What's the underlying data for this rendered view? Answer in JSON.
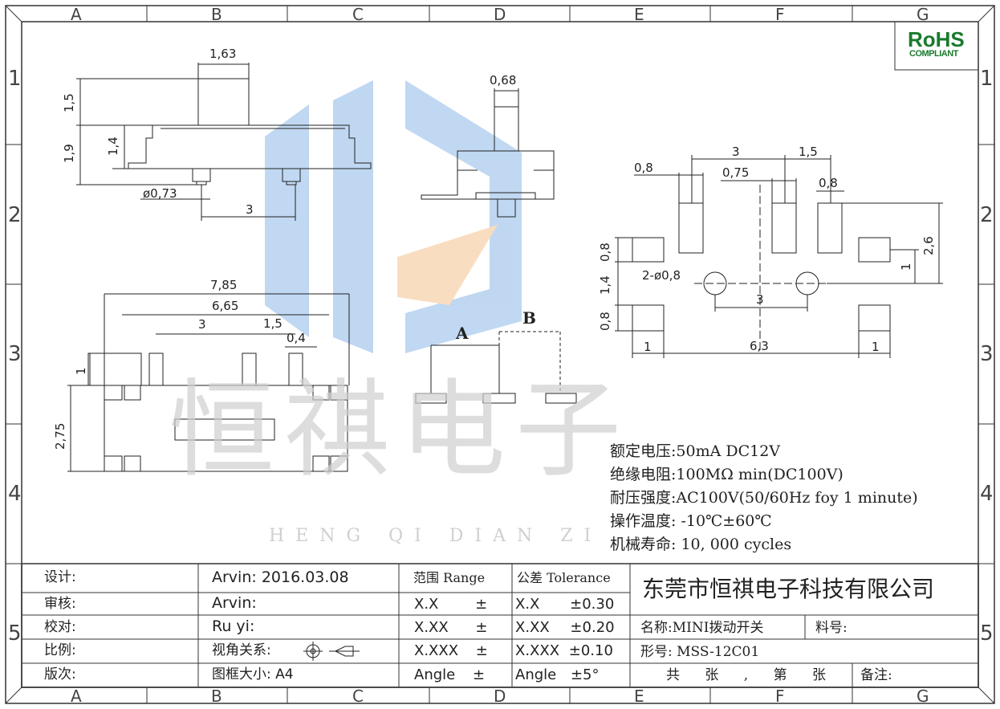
{
  "grid": {
    "columns": [
      "A",
      "B",
      "C",
      "D",
      "E",
      "F",
      "G"
    ],
    "rows": [
      "1",
      "2",
      "3",
      "4",
      "5"
    ]
  },
  "rohs": {
    "title": "RoHS",
    "subtitle": "COMPLIANT",
    "color": "#1a7a2e"
  },
  "watermark": {
    "chinese": "恒祺电子",
    "pinyin": "HENG QI DIAN ZI"
  },
  "dims": {
    "top_w": "1,63",
    "top_h1": "1,5",
    "top_h2": "1,9",
    "top_h3": "1,4",
    "pin_dia": "ø0,73",
    "pin_pitch": "3",
    "side_w": "0,68",
    "bot_total": "7,85",
    "bot_665": "6,65",
    "bot_3": "3",
    "bot_15": "1,5",
    "bot_04": "0,4",
    "bot_1": "1",
    "bot_275": "2,75",
    "pcb_3": "3",
    "pcb_15": "1,5",
    "pcb_08a": "0,8",
    "pcb_075": "0,75",
    "pcb_08b": "0,8",
    "pcb_26": "2,6",
    "pcb_1r": "1",
    "pcb_08l1": "0,8",
    "pcb_14": "1,4",
    "pcb_08l2": "0,8",
    "pcb_hole": "2-ø0,8",
    "pcb_3b": "3",
    "pcb_1a": "1",
    "pcb_63": "6,3",
    "pcb_1b": "1"
  },
  "circuit": {
    "a": "A",
    "b": "B"
  },
  "specs": [
    "额定电压:50mA DC12V",
    "绝缘电阻:100MΩ min(DC100V)",
    "耐压强度:AC100V(50/60Hz foy 1 minute)",
    "操作温度: -10℃±60℃",
    "机械寿命: 10, 000 cycles"
  ],
  "title_block": {
    "design_label": "设计:",
    "design_value": "Arvin: 2016.03.08",
    "review_label": "审核:",
    "review_value": "Arvin:",
    "check_label": "校对:",
    "check_value": "Ru yi:",
    "scale_label": "比例:",
    "view_label": "视角关系:",
    "version_label": "版次:",
    "frame_label": "图框大小: A4",
    "range_header": "范围 Range",
    "tol_header": "公差 Tolerance",
    "range_rows": [
      "X.X ±",
      "X.XX ±",
      "X.XXX ±",
      "Angle ±"
    ],
    "tol_rows": [
      "X.X ±0.30",
      "X.XX ±0.20",
      "X.XXX ±0.10",
      "Angle ±5°"
    ],
    "company": "东莞市恒祺电子科技有限公司",
    "name": "名称:MINI拨动开关",
    "material": "料号:",
    "model": "形号: MSS-12C01",
    "sheet": "共 张 , 第 张",
    "remark": "备注:"
  }
}
